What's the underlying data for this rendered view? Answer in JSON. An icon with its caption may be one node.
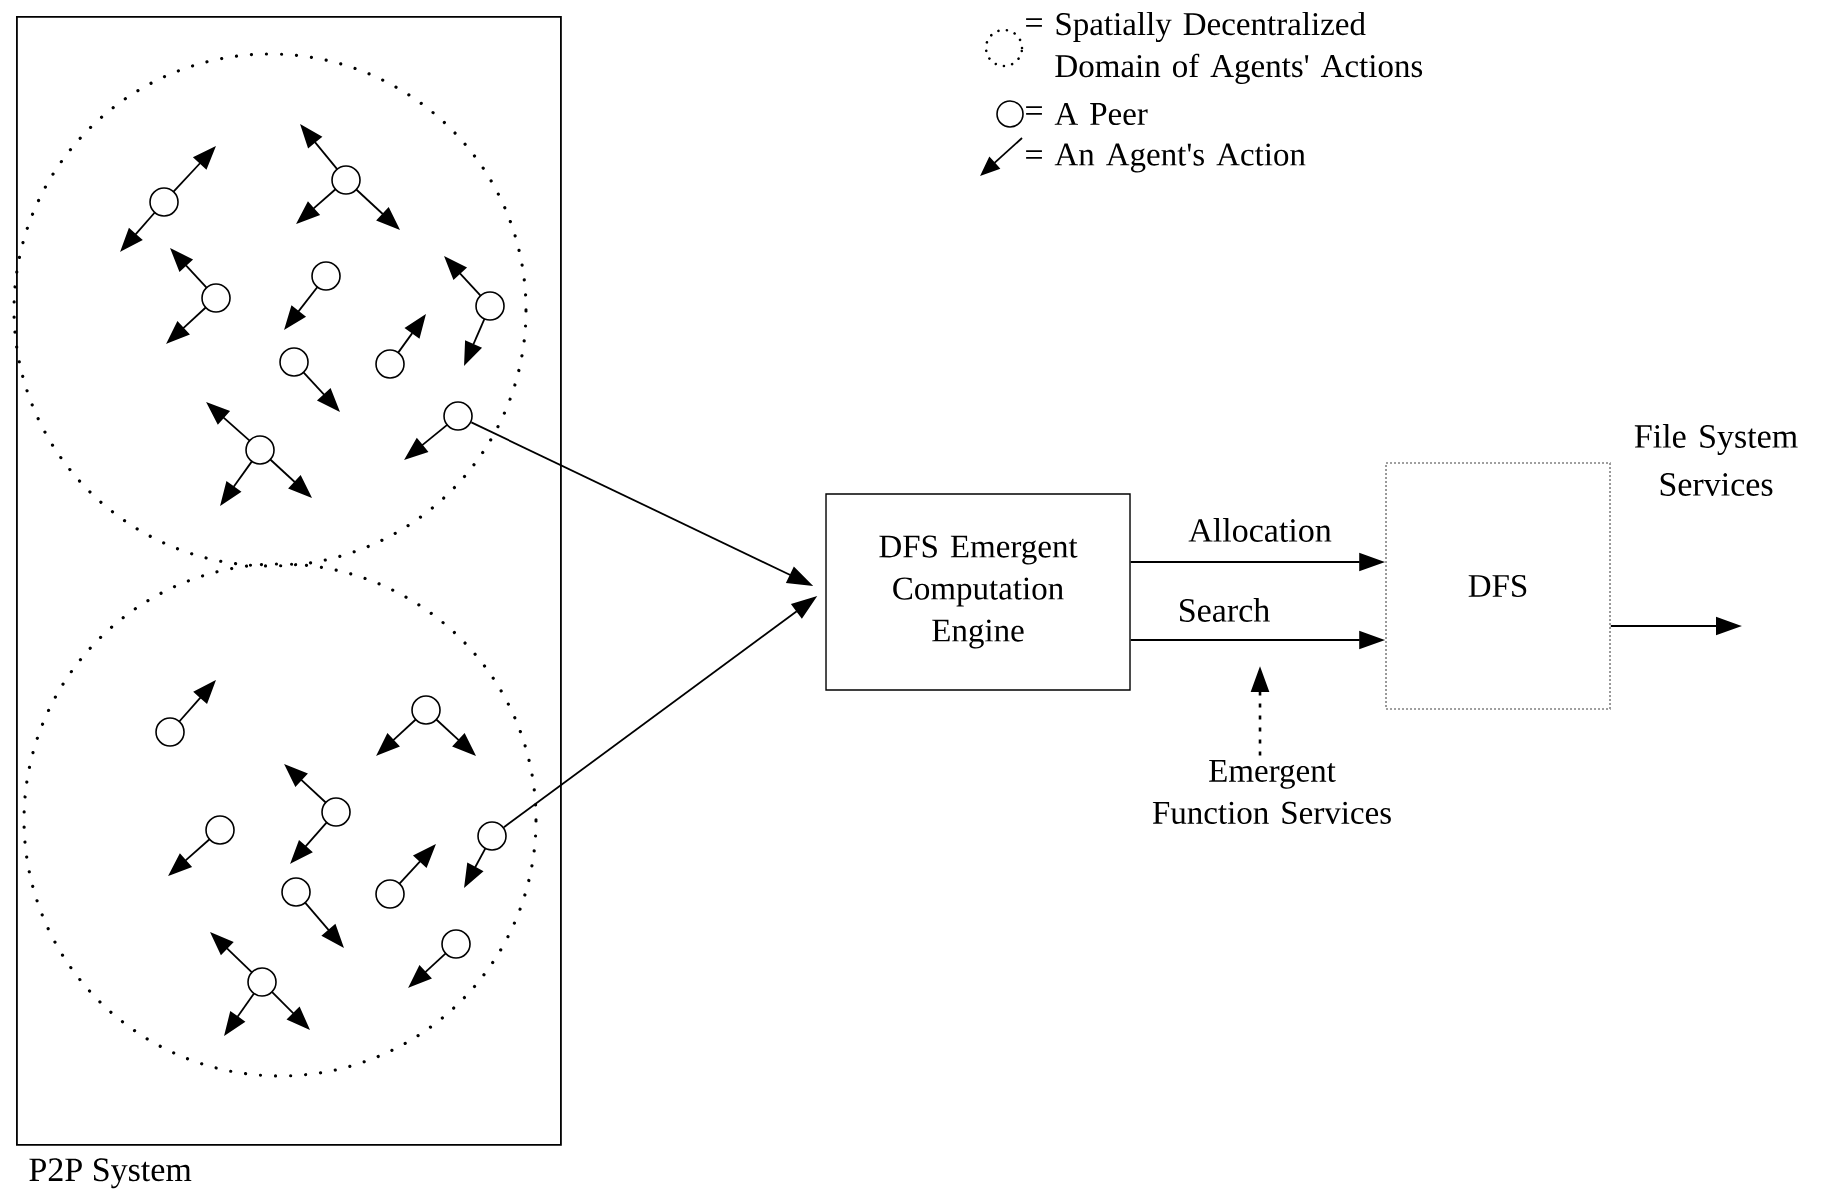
{
  "diagram": {
    "nodes": [
      {
        "text": [
          "P2P System"
        ]
      },
      {
        "text": [],
        "shape": "circle",
        "in": 0
      },
      {
        "text": [],
        "shape": "circle",
        "in": 0
      },
      {
        "text": [],
        "shape": "circle",
        "in": 1
      },
      {
        "text": [],
        "shape": "circle",
        "in": 2
      },
      {
        "text": [
          "DFS Emergent Computation Engine"
        ]
      },
      {
        "text": [
          "DFS"
        ]
      },
      {
        "text": [
          "Emergent Function Services"
        ]
      }
    ],
    "edges": [
      {
        "from": 3,
        "to": 5,
        "arrow": "to"
      },
      {
        "from": 4,
        "to": 5,
        "arrow": "to"
      },
      {
        "from": 5,
        "to": 6,
        "arrow": "to",
        "label": "Allocation"
      },
      {
        "from": 5,
        "to": 6,
        "arrow": "to",
        "label": "Search"
      },
      {
        "from": 7,
        "to": null,
        "arrow": "to",
        "style": "dashed"
      },
      {
        "from": 6,
        "to": null,
        "arrow": "to",
        "label": "File System Services"
      }
    ],
    "labels": [
      "=",
      "=",
      "="
    ],
    "legend": [
      {
        "text": "Spatially Decentralized Domain of Agents' Actions"
      },
      {
        "text": "A Peer"
      },
      {
        "text": "An Agent's Action"
      }
    ]
  }
}
